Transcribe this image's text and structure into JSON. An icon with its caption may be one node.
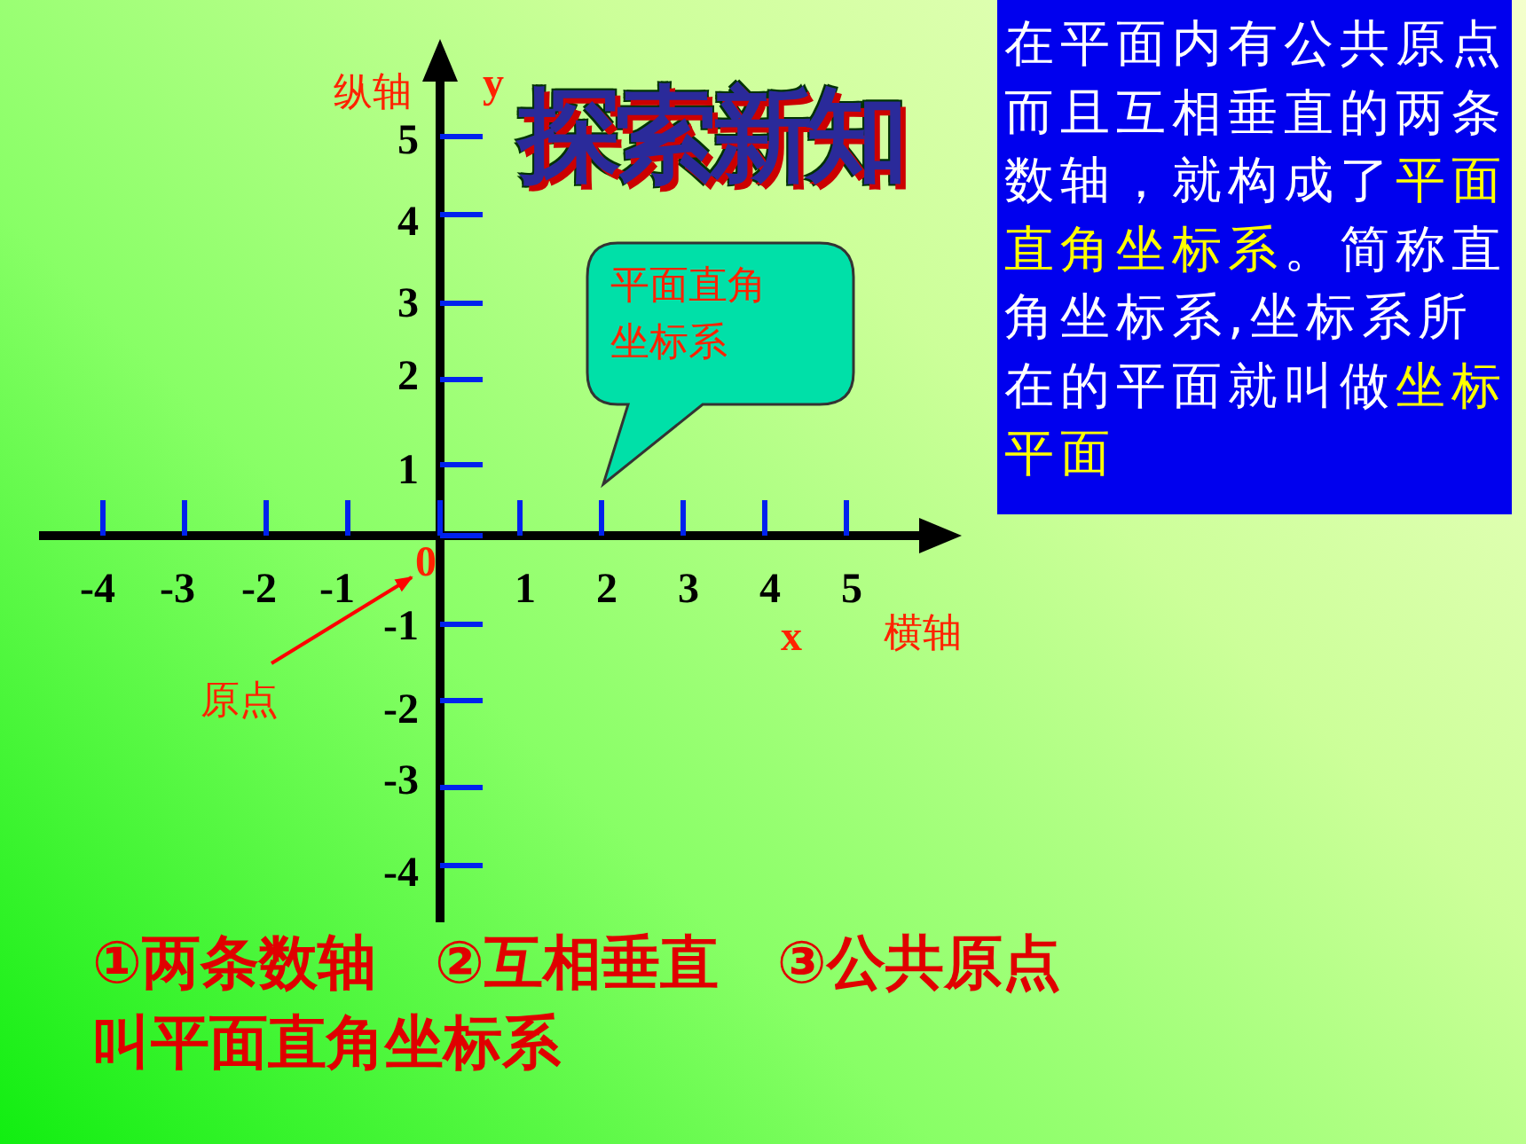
{
  "diagram": {
    "title": "探索新知",
    "nodes": [
      {
        "text": [
          "平面直角坐标系"
        ]
      },
      {
        "text": [
          "在平面内有公共原点而且互相垂直的两条数轴，就构成了**平面直角坐标系**。简称直角坐标系,坐标系所在的平面就叫做**坐标平面**"
        ]
      },
      {
        "text": [
          "原点"
        ]
      },
      {
        "text": [
          "0"
        ]
      }
    ],
    "edges": [
      {
        "from": 2,
        "to": 3,
        "arrow": "to",
        "color": "#ff0000"
      }
    ],
    "labels": [
      "纵轴",
      "y",
      "5",
      "4",
      "3",
      "2",
      "1",
      "-4",
      "-3",
      "-2",
      "-1",
      "1",
      "2",
      "3",
      "4",
      "5",
      "-1",
      "x",
      "横轴",
      "-2",
      "-3",
      "-4",
      "①两条数轴　②互相垂直　③公共原点",
      "叫平面直角坐标系"
    ]
  }
}
